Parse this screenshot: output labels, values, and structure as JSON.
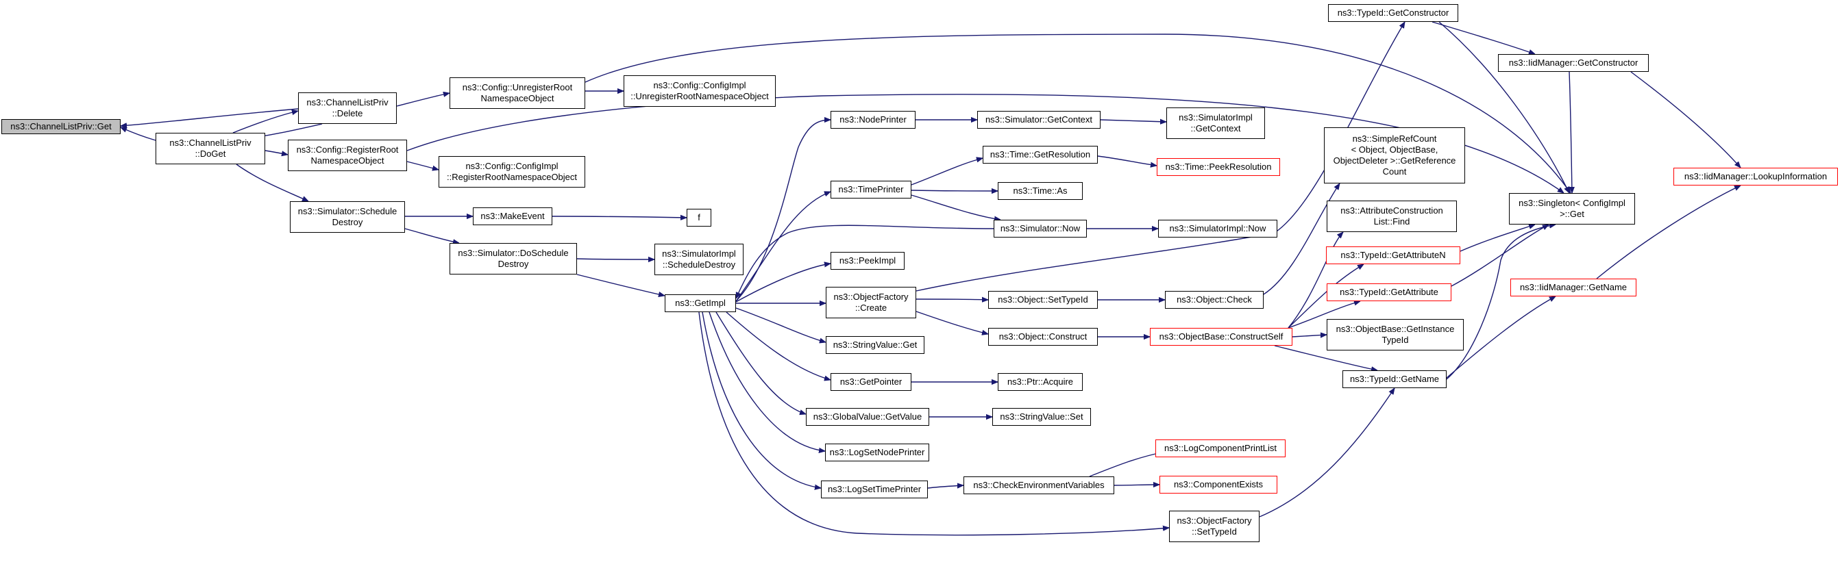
{
  "colors": {
    "edge": "#191970",
    "border": "#000000",
    "red_border": "#ff0000",
    "current_fill": "#bfbfbf"
  },
  "nodes": [
    {
      "id": "n_get",
      "label": "ns3::ChannelListPriv::Get"
    },
    {
      "id": "n_doget",
      "label": "ns3::ChannelListPriv\n::DoGet"
    },
    {
      "id": "n_delete",
      "label": "ns3::ChannelListPriv\n::Delete"
    },
    {
      "id": "n_unreg",
      "label": "ns3::Config::UnregisterRoot\nNamespaceObject"
    },
    {
      "id": "n_cfgimpl_unreg",
      "label": "ns3::Config::ConfigImpl\n::UnregisterRootNamespaceObject"
    },
    {
      "id": "n_reg",
      "label": "ns3::Config::RegisterRoot\nNamespaceObject"
    },
    {
      "id": "n_cfgimpl_reg",
      "label": "ns3::Config::ConfigImpl\n::RegisterRootNamespaceObject"
    },
    {
      "id": "n_schedule_destroy",
      "label": "ns3::Simulator::Schedule\nDestroy"
    },
    {
      "id": "n_makeevent",
      "label": "ns3::MakeEvent"
    },
    {
      "id": "n_f",
      "label": "f"
    },
    {
      "id": "n_doschedule_destroy",
      "label": "ns3::Simulator::DoSchedule\nDestroy"
    },
    {
      "id": "n_simimpl_sched",
      "label": "ns3::SimulatorImpl\n::ScheduleDestroy"
    },
    {
      "id": "n_getimpl",
      "label": "ns3::GetImpl"
    },
    {
      "id": "n_nodeprinter",
      "label": "ns3::NodePrinter"
    },
    {
      "id": "n_getcontext",
      "label": "ns3::Simulator::GetContext"
    },
    {
      "id": "n_simimpl_getcontext",
      "label": "ns3::SimulatorImpl\n::GetContext"
    },
    {
      "id": "n_timeprinter",
      "label": "ns3::TimePrinter"
    },
    {
      "id": "n_getres",
      "label": "ns3::Time::GetResolution"
    },
    {
      "id": "n_peekres",
      "label": "ns3::Time::PeekResolution"
    },
    {
      "id": "n_timeas",
      "label": "ns3::Time::As"
    },
    {
      "id": "n_simnow",
      "label": "ns3::Simulator::Now"
    },
    {
      "id": "n_simimpl_now",
      "label": "ns3::SimulatorImpl::Now"
    },
    {
      "id": "n_peekimpl",
      "label": "ns3::PeekImpl"
    },
    {
      "id": "n_objfactory_create",
      "label": "ns3::ObjectFactory\n::Create"
    },
    {
      "id": "n_settypeid",
      "label": "ns3::Object::SetTypeId"
    },
    {
      "id": "n_objcheck",
      "label": "ns3::Object::Check"
    },
    {
      "id": "n_objconstruct",
      "label": "ns3::Object::Construct"
    },
    {
      "id": "n_constructself",
      "label": "ns3::ObjectBase::ConstructSelf"
    },
    {
      "id": "n_stringvalue_get",
      "label": "ns3::StringValue::Get"
    },
    {
      "id": "n_getpointer",
      "label": "ns3::GetPointer"
    },
    {
      "id": "n_ptracquire",
      "label": "ns3::Ptr::Acquire"
    },
    {
      "id": "n_globalvalue",
      "label": "ns3::GlobalValue::GetValue"
    },
    {
      "id": "n_stringvalue_set",
      "label": "ns3::StringValue::Set"
    },
    {
      "id": "n_lognodeprinter",
      "label": "ns3::LogSetNodePrinter"
    },
    {
      "id": "n_logtimeprinter",
      "label": "ns3::LogSetTimePrinter"
    },
    {
      "id": "n_checkenv",
      "label": "ns3::CheckEnvironmentVariables"
    },
    {
      "id": "n_logcompprint",
      "label": "ns3::LogComponentPrintList"
    },
    {
      "id": "n_compexists",
      "label": "ns3::ComponentExists"
    },
    {
      "id": "n_objfactory_settypeid",
      "label": "ns3::ObjectFactory\n::SetTypeId"
    },
    {
      "id": "n_typeid_getctor",
      "label": "ns3::TypeId::GetConstructor"
    },
    {
      "id": "n_iidmgr_getctor",
      "label": "ns3::IidManager::GetConstructor"
    },
    {
      "id": "n_simplerefcount",
      "label": "ns3::SimpleRefCount\n< Object, ObjectBase,\nObjectDeleter >::GetReference\nCount"
    },
    {
      "id": "n_attrfind",
      "label": "ns3::AttributeConstruction\nList::Find"
    },
    {
      "id": "n_getattrn",
      "label": "ns3::TypeId::GetAttributeN"
    },
    {
      "id": "n_getattr",
      "label": "ns3::TypeId::GetAttribute"
    },
    {
      "id": "n_getinstancetypeid",
      "label": "ns3::ObjectBase::GetInstance\nTypeId"
    },
    {
      "id": "n_typeid_getname",
      "label": "ns3::TypeId::GetName"
    },
    {
      "id": "n_singleton",
      "label": "ns3::Singleton< ConfigImpl\n>::Get"
    },
    {
      "id": "n_iidmgr_getname",
      "label": "ns3::IidManager::GetName"
    },
    {
      "id": "n_lookup",
      "label": "ns3::IidManager::LookupInformation"
    }
  ]
}
